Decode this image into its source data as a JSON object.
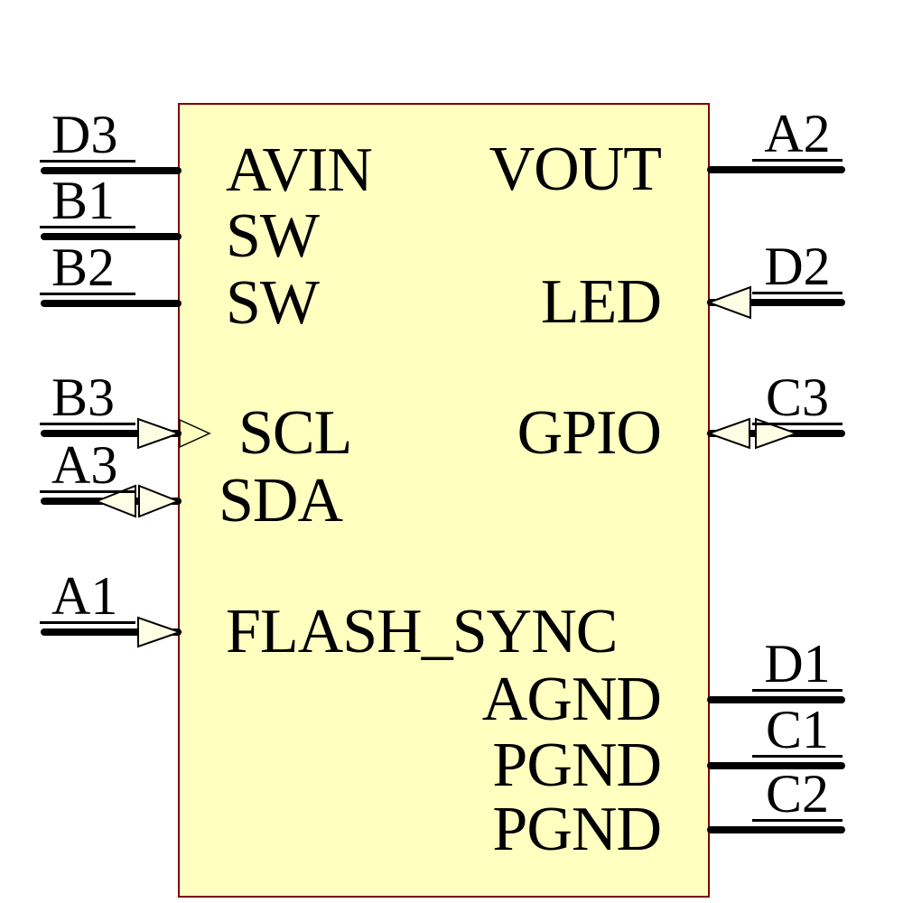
{
  "diagram": {
    "type": "schematic-component-symbol",
    "body_fill": "#FFFFC0",
    "body_border": "#7F0000",
    "arrow_fill": "#FFFFE6",
    "line_color": "#000000"
  },
  "pins": {
    "left": [
      {
        "designator": "D3",
        "name": "AVIN",
        "direction": "plain"
      },
      {
        "designator": "B1",
        "name": "SW",
        "direction": "plain"
      },
      {
        "designator": "B2",
        "name": "SW",
        "direction": "plain"
      },
      {
        "designator": "B3",
        "name": "SCL",
        "direction": "input"
      },
      {
        "designator": "A3",
        "name": "SDA",
        "direction": "bidirectional"
      },
      {
        "designator": "A1",
        "name": "FLASH_SYNC",
        "direction": "input"
      }
    ],
    "right": [
      {
        "designator": "A2",
        "name": "VOUT",
        "direction": "plain"
      },
      {
        "designator": "D2",
        "name": "LED",
        "direction": "input"
      },
      {
        "designator": "C3",
        "name": "GPIO",
        "direction": "bidirectional"
      },
      {
        "designator": "D1",
        "name": "AGND",
        "direction": "plain"
      },
      {
        "designator": "C1",
        "name": "PGND",
        "direction": "plain"
      },
      {
        "designator": "C2",
        "name": "PGND",
        "direction": "plain"
      }
    ]
  }
}
